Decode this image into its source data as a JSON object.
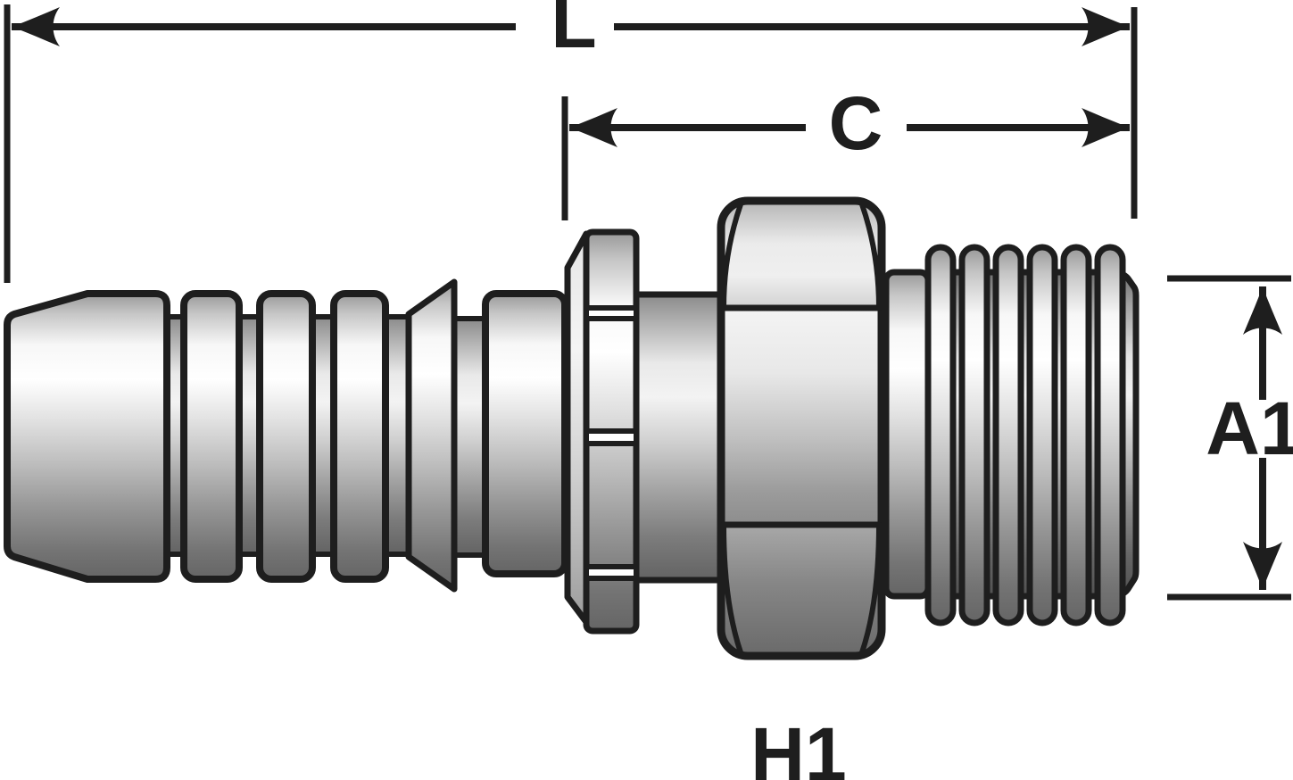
{
  "page": {
    "background": "#ffffff",
    "line_color": "#1e1e1e",
    "drawing_fill_light": "#ffffff",
    "drawing_fill_dark": "#656565"
  },
  "dimension_labels": {
    "dim_l": "L",
    "dim_c": "C",
    "dim_a1": "A1",
    "dim_h1": "H1"
  }
}
